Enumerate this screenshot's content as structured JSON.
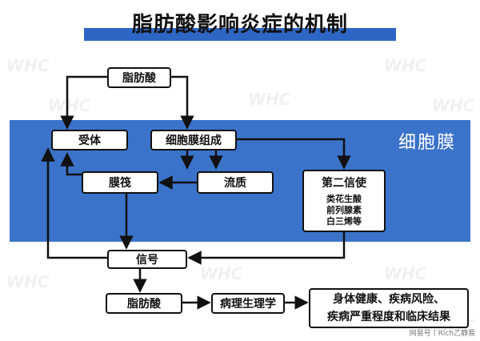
{
  "title": "脂肪酸影响炎症的机制",
  "membrane_label": "细胞膜",
  "nodes": {
    "fatty_acid_top": "脂肪酸",
    "receptor": "受体",
    "membrane_composition": "细胞膜组成",
    "raft": "膜筏",
    "fluidity": "流质",
    "second_messenger": {
      "title": "第二信使",
      "items": [
        "类花生酸",
        "前列腺素",
        "白三烯等"
      ]
    },
    "signal": "信号",
    "fatty_acid_bottom": "脂肪酸",
    "pathophysiology": "病理生理学",
    "outcome": [
      "身体健康、疾病风险、",
      "疾病严重程度和临床结果"
    ]
  },
  "watermark": "WHC",
  "footer": "网易号丨Rich乙静易"
}
